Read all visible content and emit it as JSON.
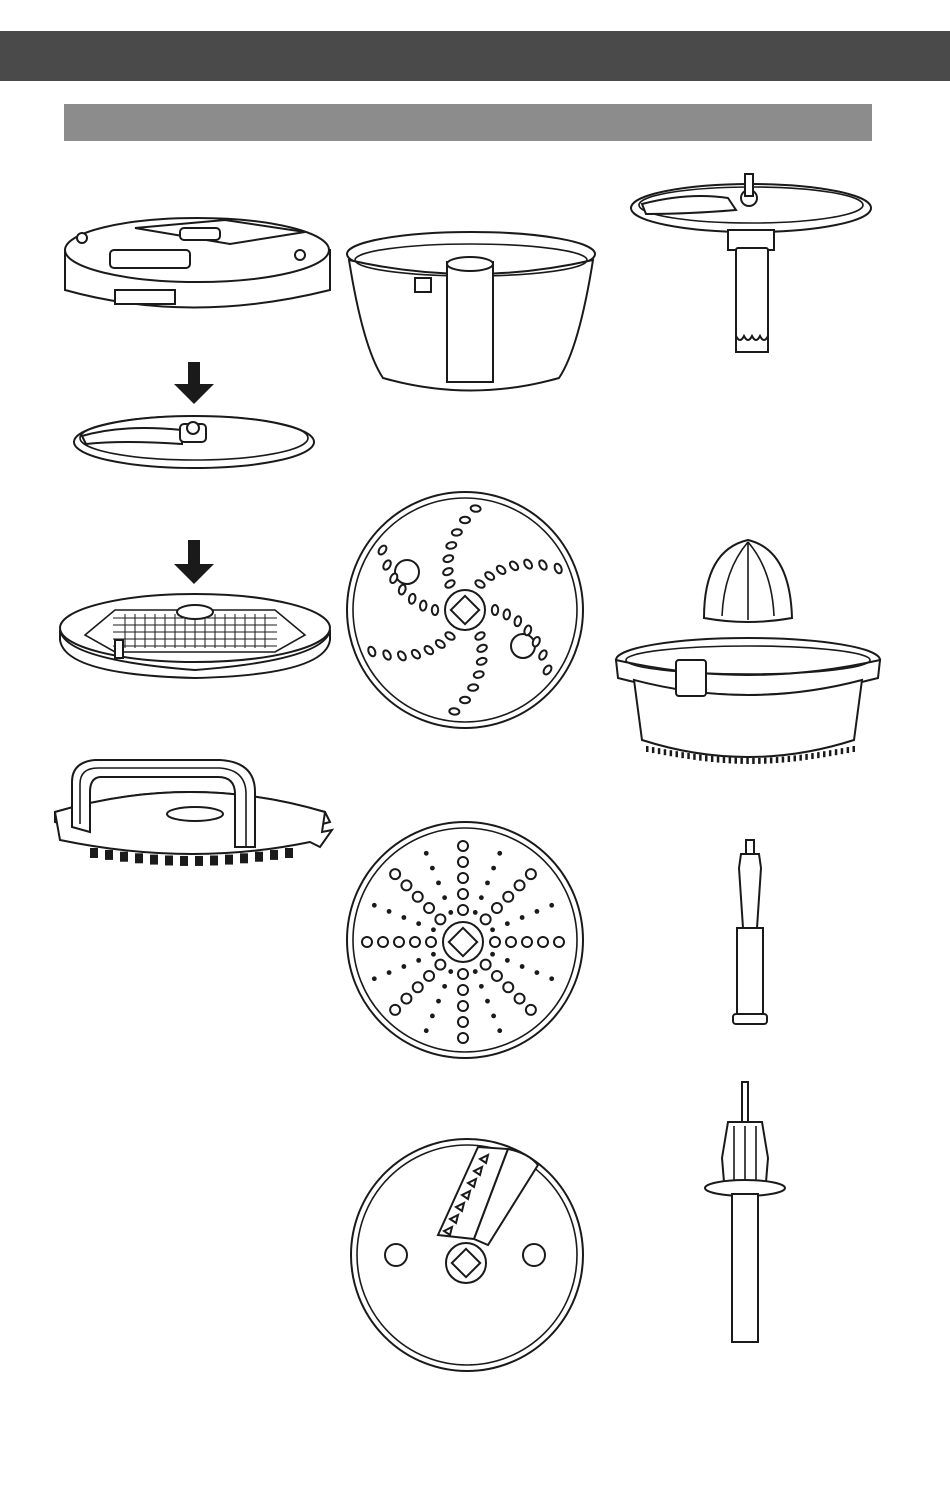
{
  "page": {
    "header_bar_color": "#4a4a4a",
    "section_bar_color": "#8c8c8c",
    "header_title": "",
    "section_title": ""
  },
  "parts": [
    {
      "id": "dicing-lid",
      "icon": "dicing-lid-icon"
    },
    {
      "id": "dicing-slicing-disc",
      "icon": "slicing-disc-icon"
    },
    {
      "id": "dicing-grid",
      "icon": "dicing-grid-icon"
    },
    {
      "id": "grid-cleaning-tool",
      "icon": "cleaning-tool-icon"
    },
    {
      "id": "mini-bowl",
      "icon": "mini-bowl-icon"
    },
    {
      "id": "shredding-disc",
      "icon": "shredding-disc-icon"
    },
    {
      "id": "fine-shredding-disc",
      "icon": "fine-shredding-disc-icon"
    },
    {
      "id": "julienne-disc",
      "icon": "julienne-disc-icon"
    },
    {
      "id": "adjustable-slicing-disc",
      "icon": "adjustable-slicing-disc-icon"
    },
    {
      "id": "citrus-press",
      "icon": "citrus-press-icon"
    },
    {
      "id": "disc-adapter-stem",
      "icon": "stem-icon"
    },
    {
      "id": "drive-adapter",
      "icon": "drive-adapter-icon"
    }
  ]
}
